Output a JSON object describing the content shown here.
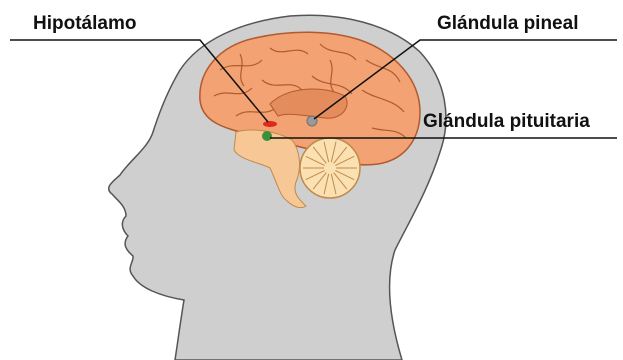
{
  "labels": {
    "hypothalamus": "Hipotálamo",
    "pineal": "Glándula pineal",
    "pituitary": "Glándula pituitaria"
  },
  "colors": {
    "head": "#cfcfcf",
    "head_outline": "#555555",
    "cerebrum": "#f2a273",
    "cerebrum_outline": "#b25a2e",
    "brainstem": "#f7c896",
    "cerebellum": "#fbe0b2",
    "cerebellum_outline": "#c08a4a",
    "hypothalamus_marker": "#e0281e",
    "pituitary_marker": "#3d8f3a",
    "pineal_marker": "#9a9a9a",
    "leader_line": "#111111"
  }
}
